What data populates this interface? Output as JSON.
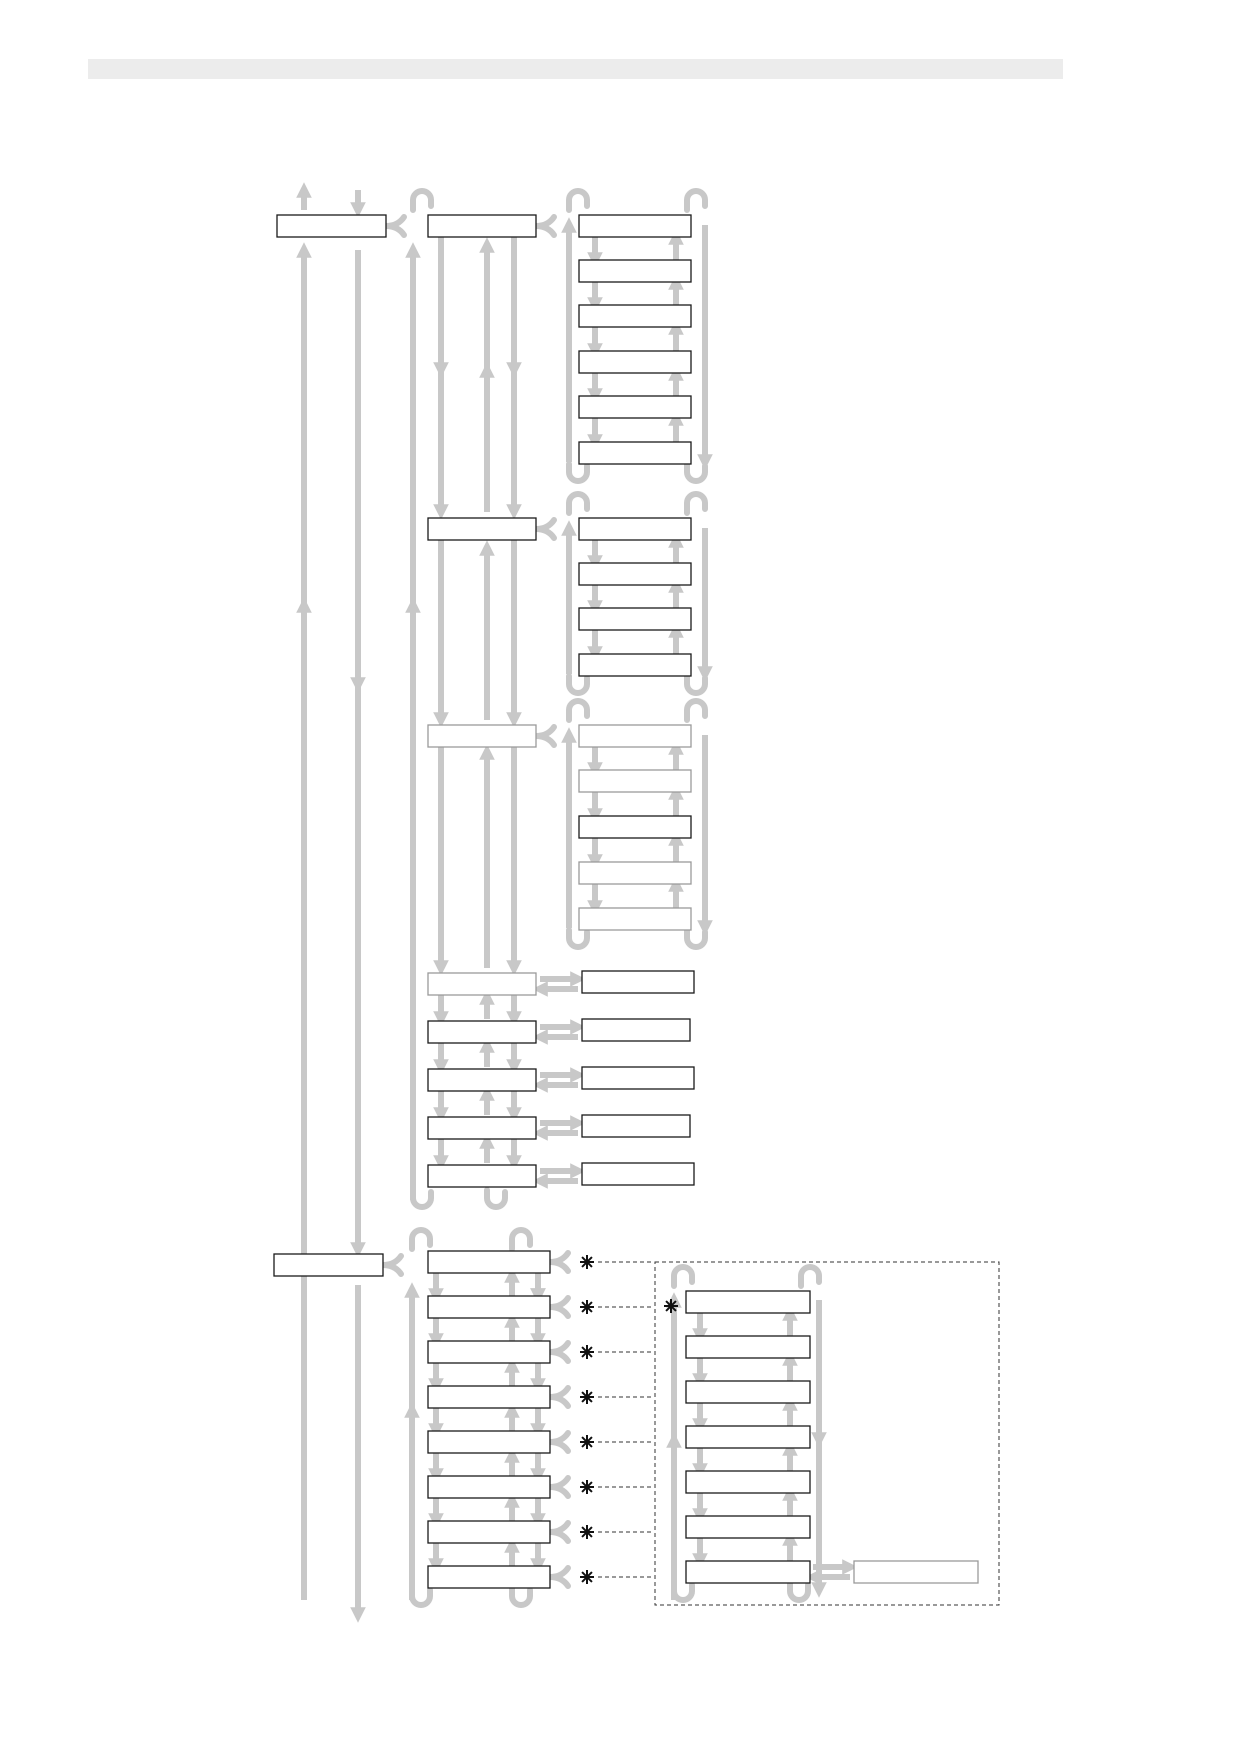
{
  "header": {
    "bar_color": "#ececec"
  },
  "colors": {
    "arrow": "#c8c8c8",
    "box_border": "#1a1a1a",
    "box_border_faint": "#9a9a9a",
    "box_fill": "#ffffff",
    "dashed_line": "#333333",
    "marker": "#111111"
  },
  "diagram": {
    "level1_boxes": 2,
    "group1": {
      "level2_boxes": 8,
      "sublists": [
        6,
        4,
        5
      ],
      "paired_rows": 5
    },
    "group2": {
      "level2_boxes": 8,
      "marked_rows": 8,
      "panel_boxes": 7,
      "panel_extra_box": 1
    },
    "marker_icon": "asterisk-marker-icon",
    "text_labels": []
  }
}
